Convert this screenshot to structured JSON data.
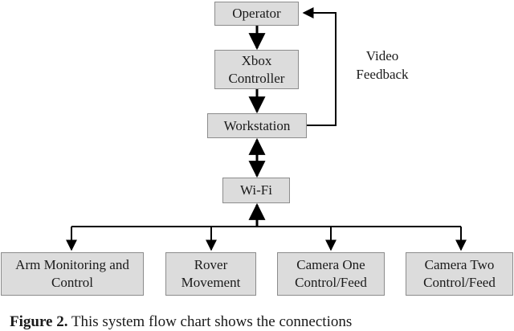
{
  "nodes": {
    "operator": "Operator",
    "xbox": "Xbox\nController",
    "workstation": "Workstation",
    "wifi": "Wi-Fi",
    "arm": "Arm Monitoring and\nControl",
    "rover": "Rover\nMovement",
    "camera_one": "Camera One\nControl/Feed",
    "camera_two": "Camera Two\nControl/Feed"
  },
  "edge_label": "Video\nFeedback",
  "caption": {
    "label": "Figure 2.",
    "text": "This system flow chart shows the connections"
  }
}
